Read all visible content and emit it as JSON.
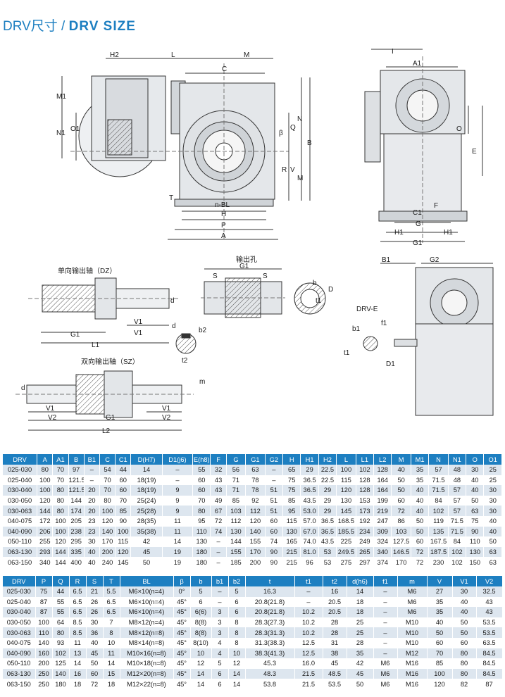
{
  "title": {
    "cn": "DRV尺寸",
    "sep": " / ",
    "en": "DRV SIZE"
  },
  "drawing_labels": {
    "front": [
      "H2",
      "L",
      "M",
      "C",
      "M1",
      "N1",
      "O1",
      "Q",
      "N",
      "B",
      "β",
      "R",
      "V",
      "M",
      "T",
      "n-BL",
      "H",
      "P",
      "A"
    ],
    "side": [
      "I",
      "A1",
      "O",
      "E",
      "F",
      "C1",
      "G",
      "H1",
      "H1",
      "G1"
    ],
    "dz": "单向输出轴（DZ）",
    "dz_dims": [
      "d",
      "V1",
      "G1",
      "V1",
      "L1"
    ],
    "hole": "输出孔",
    "hole_dims": [
      "G1",
      "S",
      "S",
      "b",
      "D",
      "t1"
    ],
    "key": [
      "d",
      "b2",
      "t2"
    ],
    "sz": "双向输出轴（SZ）",
    "sz_dims": [
      "d",
      "m",
      "V1",
      "V2",
      "G1",
      "V1",
      "V2",
      "L2"
    ],
    "drve": [
      "B1",
      "G2",
      "DRV-E",
      "f1",
      "b1",
      "t1",
      "D1"
    ]
  },
  "table1": {
    "headers": [
      "DRV",
      "A",
      "A1",
      "B",
      "B1",
      "C",
      "C1",
      "D(H7)",
      "D1(j6)",
      "E(h8)",
      "F",
      "G",
      "G1",
      "G2",
      "H",
      "H1",
      "H2",
      "L",
      "L1",
      "L2",
      "M",
      "M1",
      "N",
      "N1",
      "O",
      "O1"
    ],
    "rows": [
      [
        "025-030",
        "80",
        "70",
        "97",
        "–",
        "54",
        "44",
        "14",
        "–",
        "55",
        "32",
        "56",
        "63",
        "–",
        "65",
        "29",
        "22.5",
        "100",
        "102",
        "128",
        "40",
        "35",
        "57",
        "48",
        "30",
        "25"
      ],
      [
        "025-040",
        "100",
        "70",
        "121.5",
        "–",
        "70",
        "60",
        "18(19)",
        "–",
        "60",
        "43",
        "71",
        "78",
        "–",
        "75",
        "36.5",
        "22.5",
        "115",
        "128",
        "164",
        "50",
        "35",
        "71.5",
        "48",
        "40",
        "25"
      ],
      [
        "030-040",
        "100",
        "80",
        "121.5",
        "20",
        "70",
        "60",
        "18(19)",
        "9",
        "60",
        "43",
        "71",
        "78",
        "51",
        "75",
        "36.5",
        "29",
        "120",
        "128",
        "164",
        "50",
        "40",
        "71.5",
        "57",
        "40",
        "30"
      ],
      [
        "030-050",
        "120",
        "80",
        "144",
        "20",
        "80",
        "70",
        "25(24)",
        "9",
        "70",
        "49",
        "85",
        "92",
        "51",
        "85",
        "43.5",
        "29",
        "130",
        "153",
        "199",
        "60",
        "40",
        "84",
        "57",
        "50",
        "30"
      ],
      [
        "030-063",
        "144",
        "80",
        "174",
        "20",
        "100",
        "85",
        "25(28)",
        "9",
        "80",
        "67",
        "103",
        "112",
        "51",
        "95",
        "53.0",
        "29",
        "145",
        "173",
        "219",
        "72",
        "40",
        "102",
        "57",
        "63",
        "30"
      ],
      [
        "040-075",
        "172",
        "100",
        "205",
        "23",
        "120",
        "90",
        "28(35)",
        "11",
        "95",
        "72",
        "112",
        "120",
        "60",
        "115",
        "57.0",
        "36.5",
        "168.5",
        "192",
        "247",
        "86",
        "50",
        "119",
        "71.5",
        "75",
        "40"
      ],
      [
        "040-090",
        "206",
        "100",
        "238",
        "23",
        "140",
        "100",
        "35(38)",
        "11",
        "110",
        "74",
        "130",
        "140",
        "60",
        "130",
        "67.0",
        "36.5",
        "185.5",
        "234",
        "309",
        "103",
        "50",
        "135",
        "71.5",
        "90",
        "40"
      ],
      [
        "050-110",
        "255",
        "120",
        "295",
        "30",
        "170",
        "115",
        "42",
        "14",
        "130",
        "–",
        "144",
        "155",
        "74",
        "165",
        "74.0",
        "43.5",
        "225",
        "249",
        "324",
        "127.5",
        "60",
        "167.5",
        "84",
        "110",
        "50"
      ],
      [
        "063-130",
        "293",
        "144",
        "335",
        "40",
        "200",
        "120",
        "45",
        "19",
        "180",
        "–",
        "155",
        "170",
        "90",
        "215",
        "81.0",
        "53",
        "249.5",
        "265",
        "340",
        "146.5",
        "72",
        "187.5",
        "102",
        "130",
        "63"
      ],
      [
        "063-150",
        "340",
        "144",
        "400",
        "40",
        "240",
        "145",
        "50",
        "19",
        "180",
        "–",
        "185",
        "200",
        "90",
        "215",
        "96",
        "53",
        "275",
        "297",
        "374",
        "170",
        "72",
        "230",
        "102",
        "150",
        "63"
      ]
    ]
  },
  "table2": {
    "headers": [
      "DRV",
      "P",
      "Q",
      "R",
      "S",
      "T",
      "BL",
      "β",
      "b",
      "b1",
      "b2",
      "t",
      "t1",
      "t2",
      "d(h6)",
      "f1",
      "m",
      "V",
      "V1",
      "V2"
    ],
    "rows": [
      [
        "025-030",
        "75",
        "44",
        "6.5",
        "21",
        "5.5",
        "M6×10(n=4)",
        "0°",
        "5",
        "–",
        "5",
        "16.3",
        "–",
        "16",
        "14",
        "–",
        "M6",
        "27",
        "30",
        "32.5"
      ],
      [
        "025-040",
        "87",
        "55",
        "6.5",
        "26",
        "6.5",
        "M6×10(n=4)",
        "45°",
        "6",
        "–",
        "6",
        "20.8(21.8)",
        "–",
        "20.5",
        "18",
        "–",
        "M6",
        "35",
        "40",
        "43"
      ],
      [
        "030-040",
        "87",
        "55",
        "6.5",
        "26",
        "6.5",
        "M6×10(n=4)",
        "45°",
        "6(6)",
        "3",
        "6",
        "20.8(21.8)",
        "10.2",
        "20.5",
        "18",
        "–",
        "M6",
        "35",
        "40",
        "43"
      ],
      [
        "030-050",
        "100",
        "64",
        "8.5",
        "30",
        "7",
        "M8×12(n=4)",
        "45°",
        "8(8)",
        "3",
        "8",
        "28.3(27.3)",
        "10.2",
        "28",
        "25",
        "–",
        "M10",
        "40",
        "50",
        "53.5"
      ],
      [
        "030-063",
        "110",
        "80",
        "8.5",
        "36",
        "8",
        "M8×12(n=8)",
        "45°",
        "8(8)",
        "3",
        "8",
        "28.3(31.3)",
        "10.2",
        "28",
        "25",
        "–",
        "M10",
        "50",
        "50",
        "53.5"
      ],
      [
        "040-075",
        "140",
        "93",
        "11",
        "40",
        "10",
        "M8×14(n=8)",
        "45°",
        "8(10)",
        "4",
        "8",
        "31.3(38.3)",
        "12.5",
        "31",
        "28",
        "–",
        "M10",
        "60",
        "60",
        "63.5"
      ],
      [
        "040-090",
        "160",
        "102",
        "13",
        "45",
        "11",
        "M10×16(n=8)",
        "45°",
        "10",
        "4",
        "10",
        "38.3(41.3)",
        "12.5",
        "38",
        "35",
        "–",
        "M12",
        "70",
        "80",
        "84.5"
      ],
      [
        "050-110",
        "200",
        "125",
        "14",
        "50",
        "14",
        "M10×18(n=8)",
        "45°",
        "12",
        "5",
        "12",
        "45.3",
        "16.0",
        "45",
        "42",
        "M6",
        "M16",
        "85",
        "80",
        "84.5"
      ],
      [
        "063-130",
        "250",
        "140",
        "16",
        "60",
        "15",
        "M12×20(n=8)",
        "45°",
        "14",
        "6",
        "14",
        "48.3",
        "21.5",
        "48.5",
        "45",
        "M6",
        "M16",
        "100",
        "80",
        "84.5"
      ],
      [
        "063-150",
        "250",
        "180",
        "18",
        "72",
        "18",
        "M12×22(n=8)",
        "45°",
        "14",
        "6",
        "14",
        "53.8",
        "21.5",
        "53.5",
        "50",
        "M6",
        "M16",
        "120",
        "82",
        "87"
      ]
    ]
  }
}
